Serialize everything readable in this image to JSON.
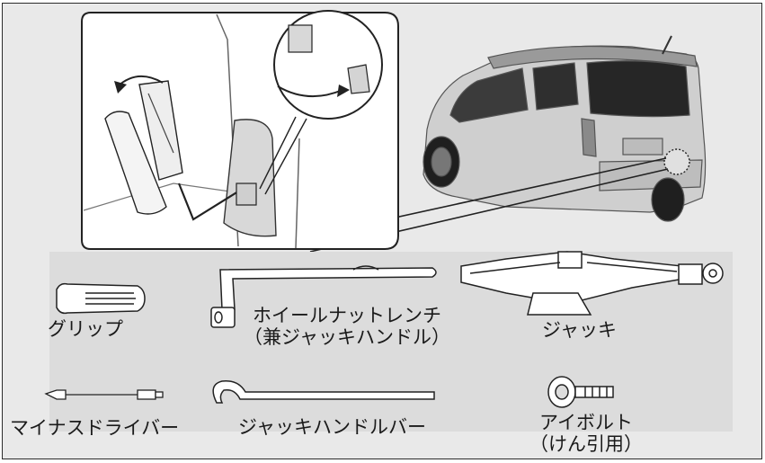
{
  "tools": {
    "grip": "グリップ",
    "wheel_nut_wrench_line1": "ホイールナットレンチ",
    "wheel_nut_wrench_line2": "（兼ジャッキハンドル）",
    "jack": "ジャッキ",
    "flathead_screwdriver": "マイナスドライバー",
    "jack_handle_bar": "ジャッキハンドルバー",
    "eye_bolt_line1": "アイボルト",
    "eye_bolt_line2": "（けん引用）"
  },
  "colors": {
    "panel_background": "#e9e9e9",
    "line": "#2b2b2b",
    "tool_fill": "#ffffff"
  }
}
